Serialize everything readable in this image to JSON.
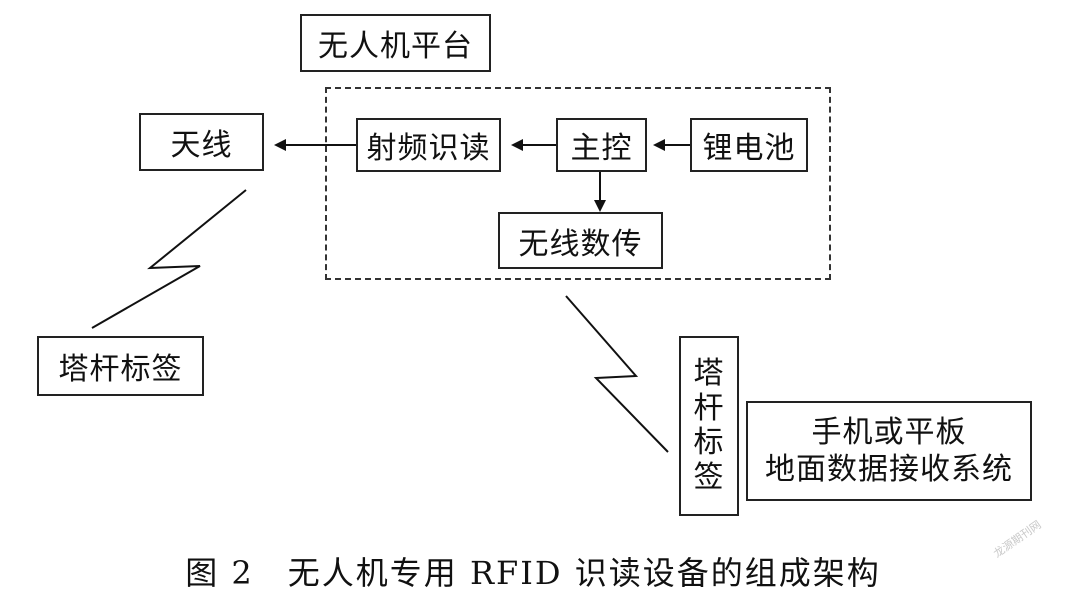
{
  "diagram": {
    "platform_label": "无人机平台",
    "antenna_label": "天线",
    "rf_reader_label": "射频识读",
    "main_control_label": "主控",
    "battery_label": "锂电池",
    "wireless_tx_label": "无线数传",
    "tower_tag_left_label": "塔杆标签",
    "tower_tag_right_chars": [
      "塔",
      "杆",
      "标",
      "签"
    ],
    "receiver_line1": "手机或平板",
    "receiver_line2": "地面数据接收系统"
  },
  "caption": "图 2　无人机专用 RFID 识读设备的组成架构",
  "watermark": "龙源期刊网"
}
